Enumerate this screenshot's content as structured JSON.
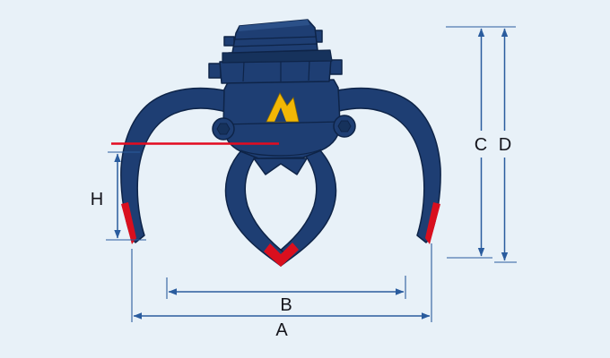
{
  "diagram": {
    "labels": {
      "a": "A",
      "b": "B",
      "c": "C",
      "d": "D",
      "h": "H"
    },
    "colors": {
      "background": "#e8f1f8",
      "machine_body": "#1e3e73",
      "machine_outline": "#0e2448",
      "machine_detail": "#16325c",
      "machine_highlight": "#2b5088",
      "dimension_line": "#2a5c9e",
      "label_text": "#15151c",
      "reference_red": "#e30b20",
      "tip_red": "#d90f1e",
      "logo_yellow": "#f2b705"
    }
  }
}
